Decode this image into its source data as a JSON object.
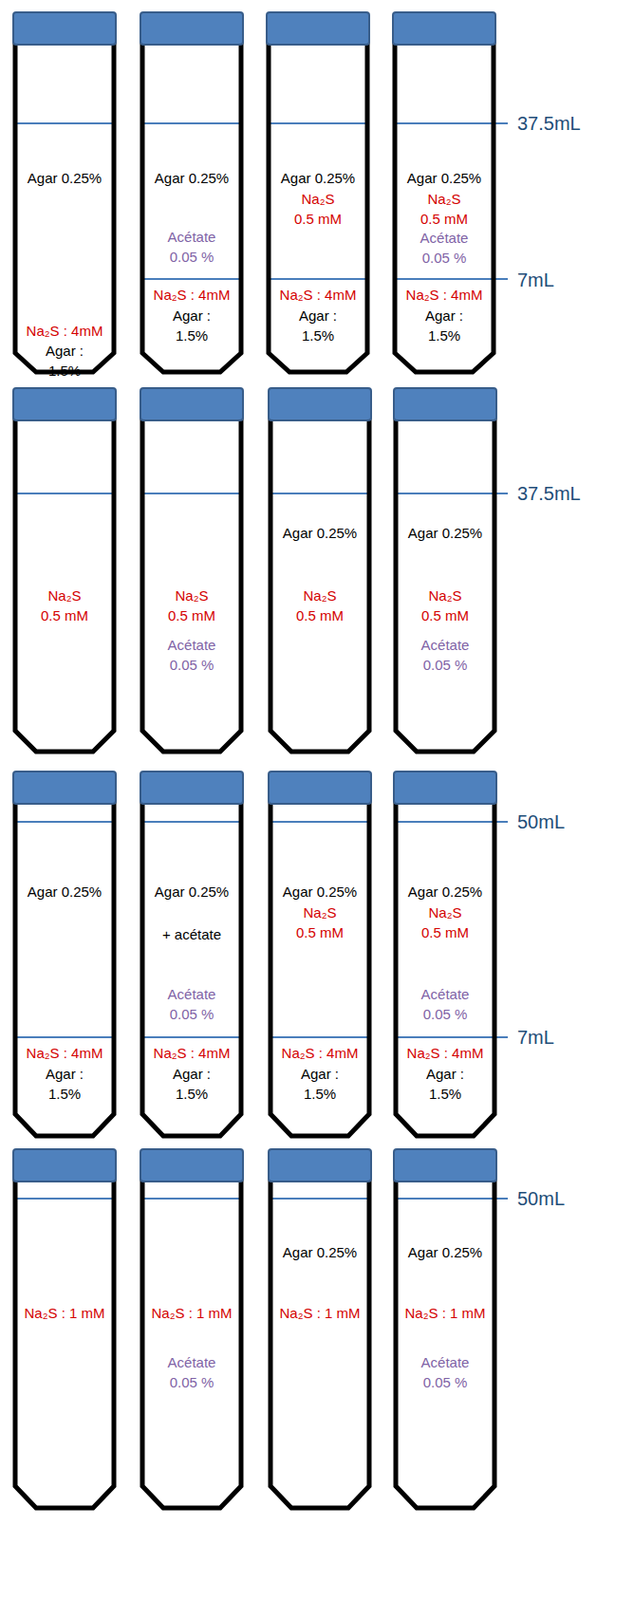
{
  "diagram": {
    "nodes": [
      {
        "text": [
          "Agar 0.25%",
          "Na₂S : 4mM",
          "Agar : 1.5%"
        ]
      },
      {
        "text": [
          "Agar 0.25%",
          "Acétate 0.05 %",
          "Na₂S : 4mM",
          "Agar : 1.5%"
        ]
      },
      {
        "text": [
          "Agar 0.25%",
          "Na₂S 0.5 mM",
          "Na₂S : 4mM",
          "Agar : 1.5%"
        ]
      },
      {
        "text": [
          "Agar 0.25%",
          "Na₂S 0.5 mM",
          "Acétate 0.05 %",
          "Na₂S : 4mM",
          "Agar : 1.5%"
        ]
      },
      {
        "text": [
          "Na₂S 0.5 mM"
        ]
      },
      {
        "text": [
          "Na₂S 0.5 mM",
          "Acétate 0.05 %"
        ]
      },
      {
        "text": [
          "Agar 0.25%",
          "Na₂S 0.5 mM"
        ]
      },
      {
        "text": [
          "Agar 0.25%",
          "Na₂S 0.5 mM",
          "Acétate 0.05 %"
        ]
      },
      {
        "text": [
          "Agar 0.25%",
          "Na₂S : 4mM",
          "Agar : 1.5%"
        ]
      },
      {
        "text": [
          "Agar 0.25%",
          "+ acétate",
          "Acétate 0.05 %",
          "Na₂S : 4mM",
          "Agar : 1.5%"
        ]
      },
      {
        "text": [
          "Agar 0.25%",
          "Na₂S 0.5 mM",
          "Na₂S : 4mM",
          "Agar : 1.5%"
        ]
      },
      {
        "text": [
          "Agar 0.25%",
          "Na₂S 0.5 mM",
          "Acétate 0.05 %",
          "Na₂S : 4mM",
          "Agar : 1.5%"
        ]
      },
      {
        "text": [
          "Na₂S : 1 mM"
        ]
      },
      {
        "text": [
          "Na₂S : 1 mM",
          "Acétate 0.05 %"
        ]
      },
      {
        "text": [
          "Agar 0.25%",
          "Na₂S : 1 mM"
        ]
      },
      {
        "text": [
          "Agar 0.25%",
          "Na₂S : 1 mM",
          "Acétate 0.05 %"
        ]
      }
    ],
    "labels": [
      "37.5mL",
      "7mL",
      "37.5mL",
      "50mL",
      "7mL",
      "50mL"
    ]
  }
}
